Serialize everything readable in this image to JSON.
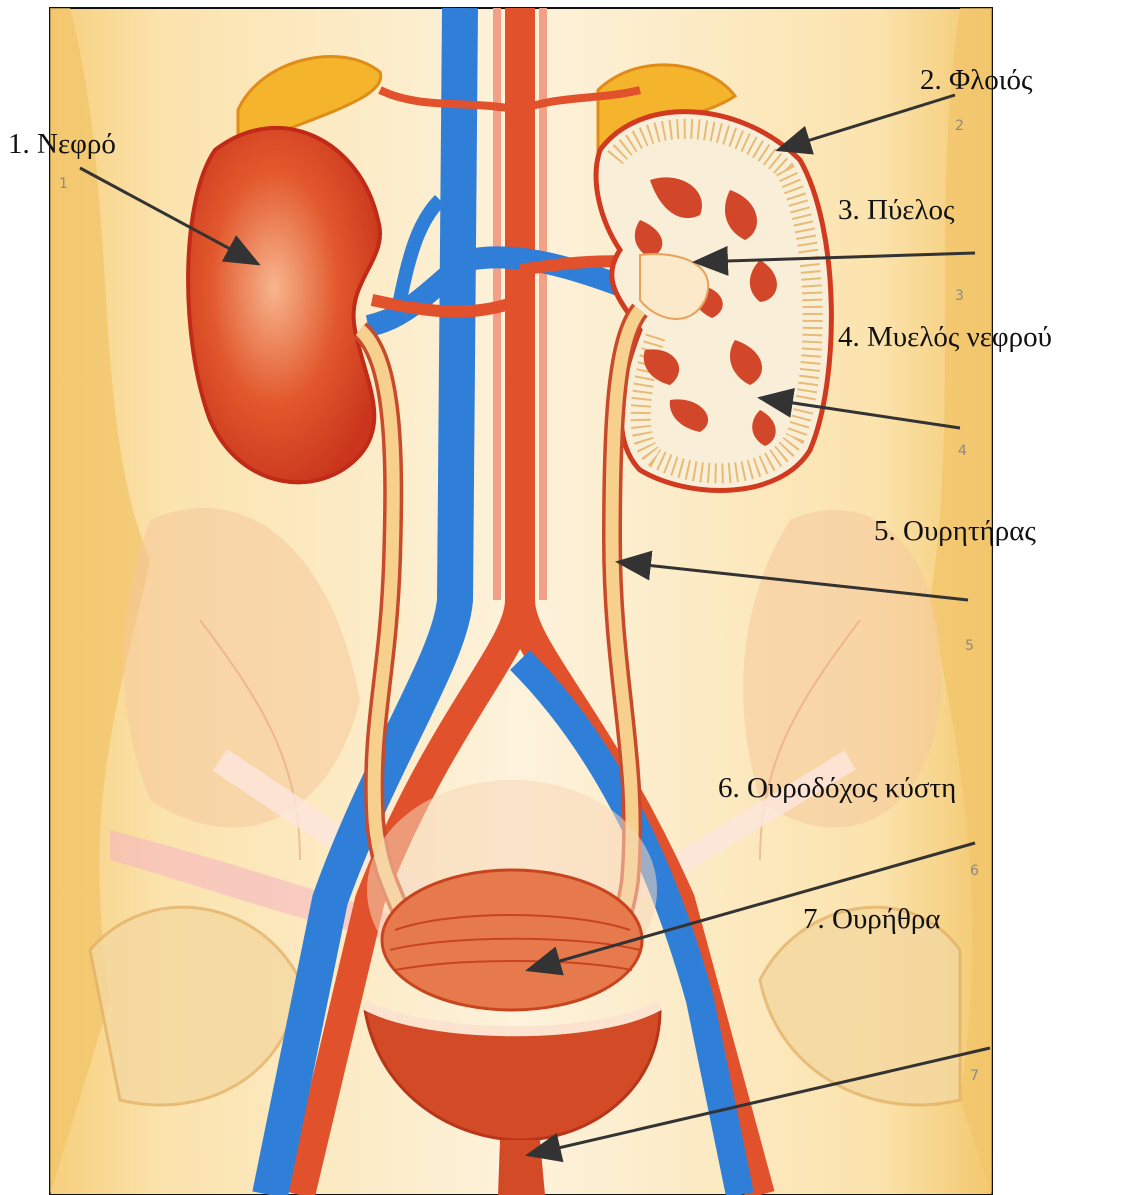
{
  "colors": {
    "background": "#ffffff",
    "skin": "#f7d58c",
    "skin_light": "#fbe7b4",
    "kidney_red": "#d23a20",
    "artery": "#e0512c",
    "vein": "#2f7fd8",
    "ureter": "#f4cf86",
    "bladder": "#df5a34",
    "arrow": "#333333"
  },
  "labels": [
    {
      "id": "kidney",
      "text": "1. Νεφρό"
    },
    {
      "id": "cortex",
      "text": "2. Φλοιός"
    },
    {
      "id": "pelvis",
      "text": "3. Πύελος"
    },
    {
      "id": "medulla",
      "text": "4. Μυελός νεφρού"
    },
    {
      "id": "ureter",
      "text": "5. Ουρητήρας"
    },
    {
      "id": "bladder",
      "text": "6. Ουροδόχος κύστη"
    },
    {
      "id": "urethra",
      "text": "7. Ουρήθρα"
    }
  ],
  "figure_numbers": [
    "1",
    "2",
    "3",
    "4",
    "5",
    "6",
    "7"
  ]
}
